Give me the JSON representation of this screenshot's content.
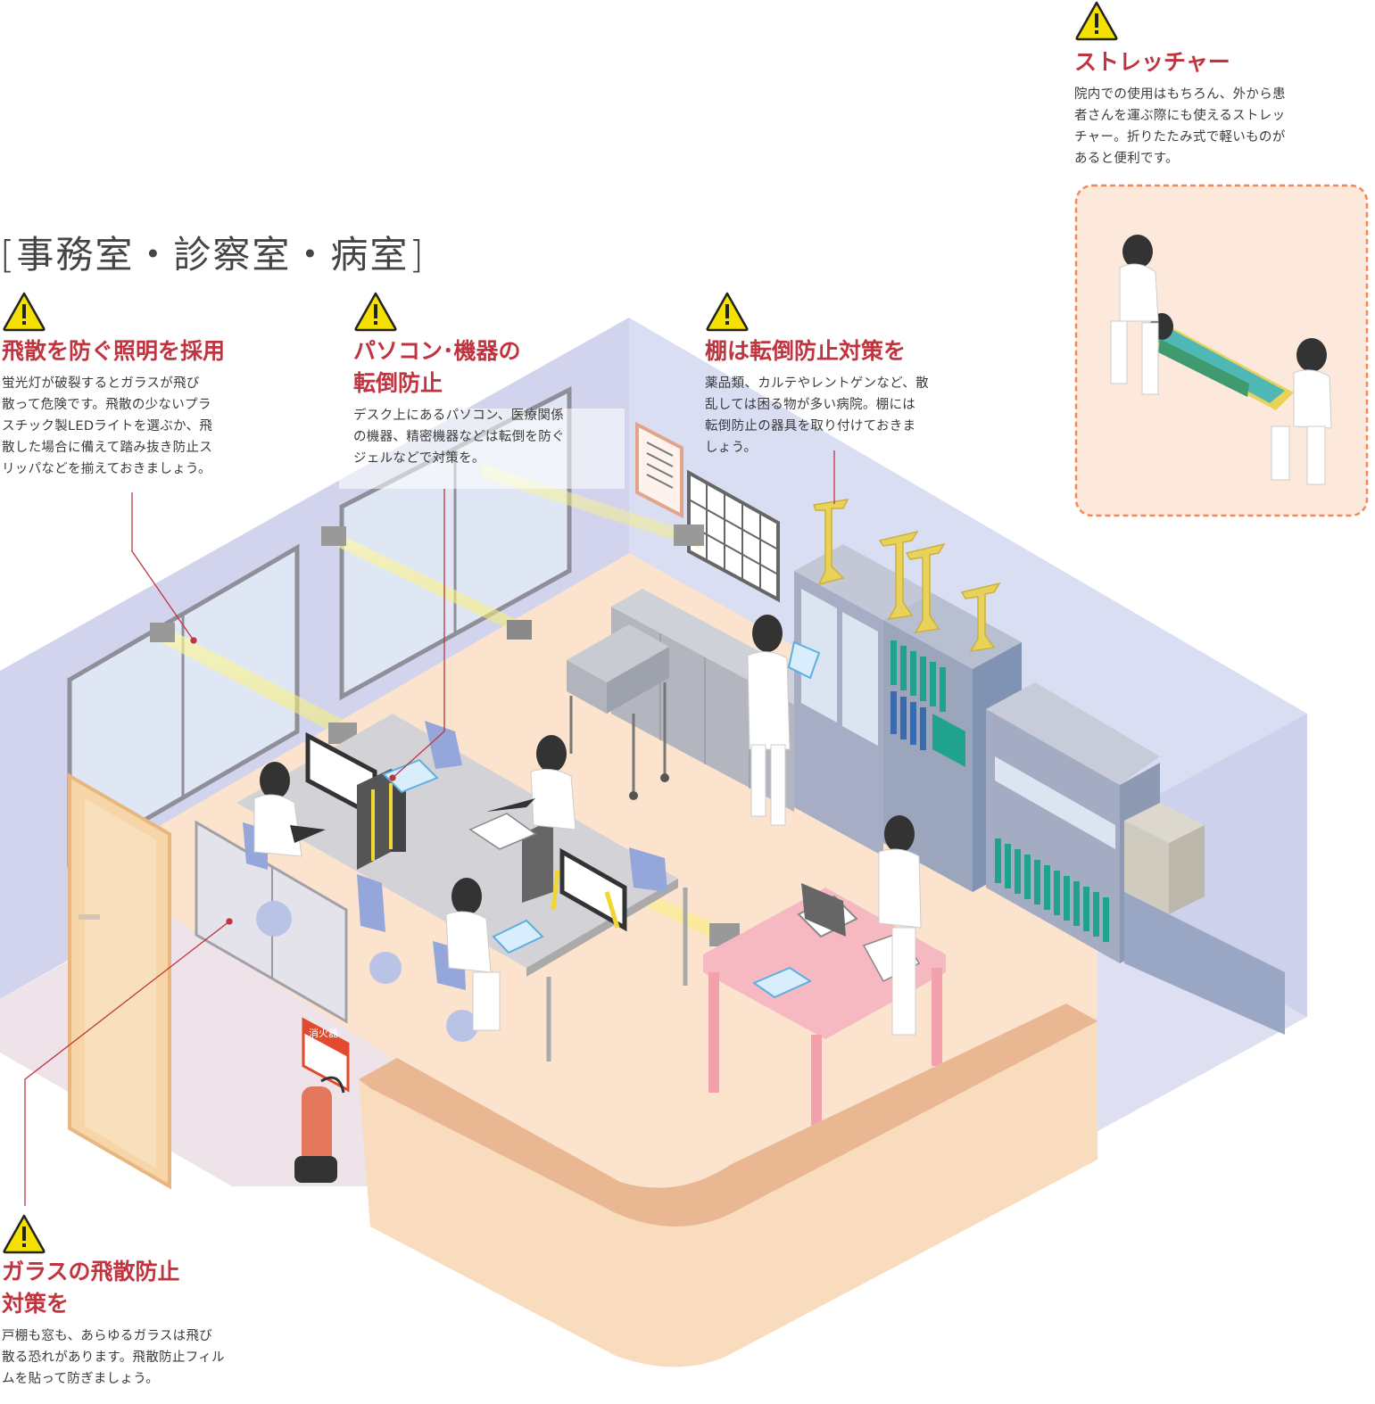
{
  "section_title": "[事務室・診察室・病室]",
  "callouts": {
    "lighting": {
      "icon": "warning-triangle-icon",
      "title": "飛散を防ぐ照明を採用",
      "body": "蛍光灯が破裂するとガラスが飛び\n散って危険です。飛散の少ないプラ\nスチック製LEDライトを選ぶか、飛\n散した場合に備えて踏み抜き防止ス\nリッパなどを揃えておきましょう。"
    },
    "pc": {
      "icon": "warning-triangle-icon",
      "title": "パソコン･機器の\n転倒防止",
      "body": "デスク上にあるパソコン、医療関係\nの機器、精密機器などは転倒を防ぐ\nジェルなどで対策を。"
    },
    "shelf": {
      "icon": "warning-triangle-icon",
      "title": "棚は転倒防止対策を",
      "body": "薬品類、カルテやレントゲンなど、散\n乱しては困る物が多い病院。棚には\n転倒防止の器具を取り付けておきま\nしょう。"
    },
    "stretcher": {
      "icon": "warning-triangle-icon",
      "title": "ストレッチャー",
      "body": "院内での使用はもちろん、外から患\n者さんを運ぶ際にも使えるストレッ\nチャー。折りたたみ式で軽いものが\nあると便利です。"
    },
    "glass": {
      "icon": "warning-triangle-icon",
      "title": "ガラスの飛散防止\n対策を",
      "body": "戸棚も窓も、あらゆるガラスは飛び\n散る恐れがあります。飛散防止フィル\nムを貼って防ぎましょう。"
    }
  },
  "extinguisher_label": "消火器",
  "colors": {
    "accent_red": "#c0343f",
    "warning_yellow": "#f5e100",
    "floor": "#fbe3cd",
    "wall": "#c9cde9",
    "counter": "#f3c6a0",
    "desk_pink": "#f6b9c1",
    "cabinet_gray": "#a9adb8",
    "shelf_blue": "#8ea2bf",
    "stretcher_box_bg": "#fde9dc",
    "stretcher_box_border": "#f08a52"
  }
}
